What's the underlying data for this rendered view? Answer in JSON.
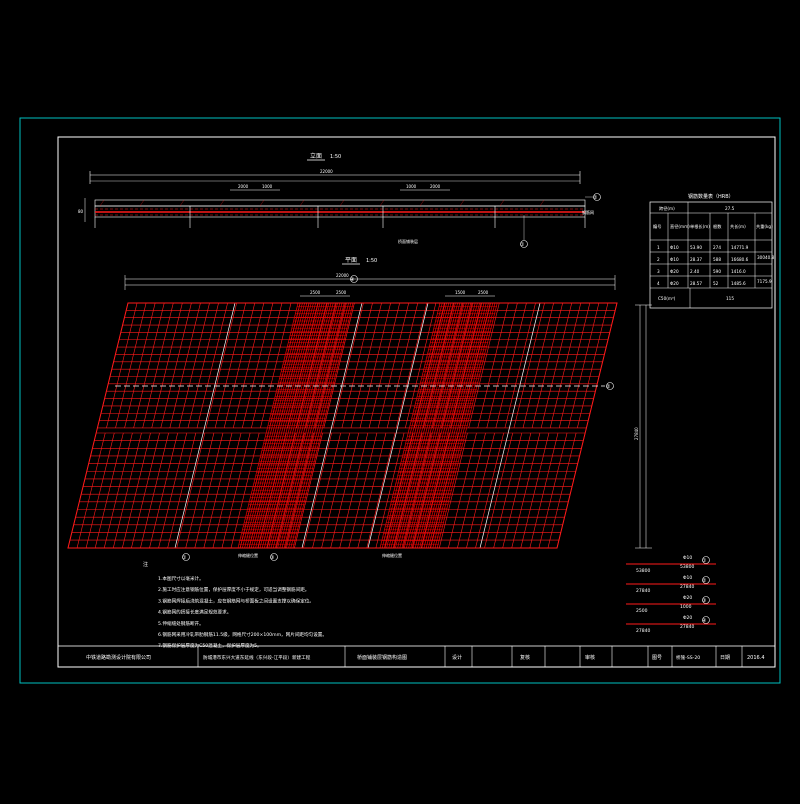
{
  "drawing": {
    "elevation_title": "立面",
    "elevation_scale": "1:50",
    "plan_title": "平面",
    "plan_scale": "1:50",
    "elev_total_dim": "22000",
    "plan_total_dim": "22000",
    "elev_dim_a": "2000",
    "elev_dim_b": "1000",
    "elev_dim_c": "1000",
    "elev_dim_d": "2000",
    "plan_dim_a": "2500",
    "plan_dim_b": "2500",
    "plan_dim_c": "1500",
    "plan_dim_d": "2500",
    "vertical_dim": "27840",
    "elev_label_1": "桥面铺装层",
    "elev_label_2": "钢筋网",
    "plan_label_1": "伸缩缝位置",
    "markers": [
      "①",
      "②",
      "③",
      "④"
    ]
  },
  "table": {
    "title": "钢筋数量表（HRB）",
    "header_span": "跨径(m)",
    "span_value": "27.5",
    "columns": [
      "编号",
      "直径(mm)",
      "单根长(m)",
      "根数",
      "共长(m)",
      "共重(kg)"
    ],
    "rows": [
      [
        "1",
        "Φ10",
        "53.90",
        "274",
        "14771.9",
        ""
      ],
      [
        "2",
        "Φ10",
        "28.37",
        "588",
        "16680.6",
        ""
      ],
      [
        "3",
        "Φ20",
        "2.40",
        "590",
        "1416.0",
        ""
      ],
      [
        "4",
        "Φ20",
        "28.57",
        "52",
        "1485.6",
        ""
      ]
    ],
    "weight_group_1": "30040.8",
    "weight_group_2": "7175.9",
    "footer_label": "C50(m³)",
    "footer_value": "115"
  },
  "rebar_details": [
    {
      "marker": "①",
      "dia": "Φ10",
      "len": "53800",
      "left": "53800"
    },
    {
      "marker": "②",
      "dia": "Φ10",
      "len": "27840",
      "left": "27840"
    },
    {
      "marker": "③",
      "dia": "Φ20",
      "len": "1000",
      "left": "2500"
    },
    {
      "marker": "④",
      "dia": "Φ20",
      "len": "27840",
      "left": "27840"
    }
  ],
  "notes": {
    "heading": "注",
    "items": [
      "1.本图尺寸以毫米计。",
      "2.施工时应注意钢筋位置，保护层厚度不小于规定，可适当调整钢筋间距。",
      "3.钢筋网焊接后浇筑混凝土，应在钢筋网与桥面板之间设置支撑以确保定位。",
      "4.钢筋网的搭接长度满足规范要求。",
      "5.伸缩缝处钢筋断开。",
      "6.钢筋网采用冷轧带肋钢筋11.5级，网格尺寸200×100mm，网片间距均匀设置。",
      "7.钢筋保护层厚度为C50混凝土，保护层厚度为5。"
    ]
  },
  "title_block": {
    "company": "中铁道路勘测设计院有限公司",
    "project": "防城港市东兴大道东延线（东兴段-江平段）新建工程",
    "drawing_name": "桥面铺装层钢筋构造图",
    "design": "设计",
    "review": "复核",
    "approve": "审核",
    "sheet_label": "图号",
    "sheet_no": "桥施-SS-20",
    "date_label": "日期",
    "date": "2016.4"
  },
  "colors": {
    "background": "#000000",
    "frame": "#00c0c0",
    "white": "#ffffff",
    "mesh": "#ff1a1a",
    "mesh_dense": "#e60000"
  }
}
